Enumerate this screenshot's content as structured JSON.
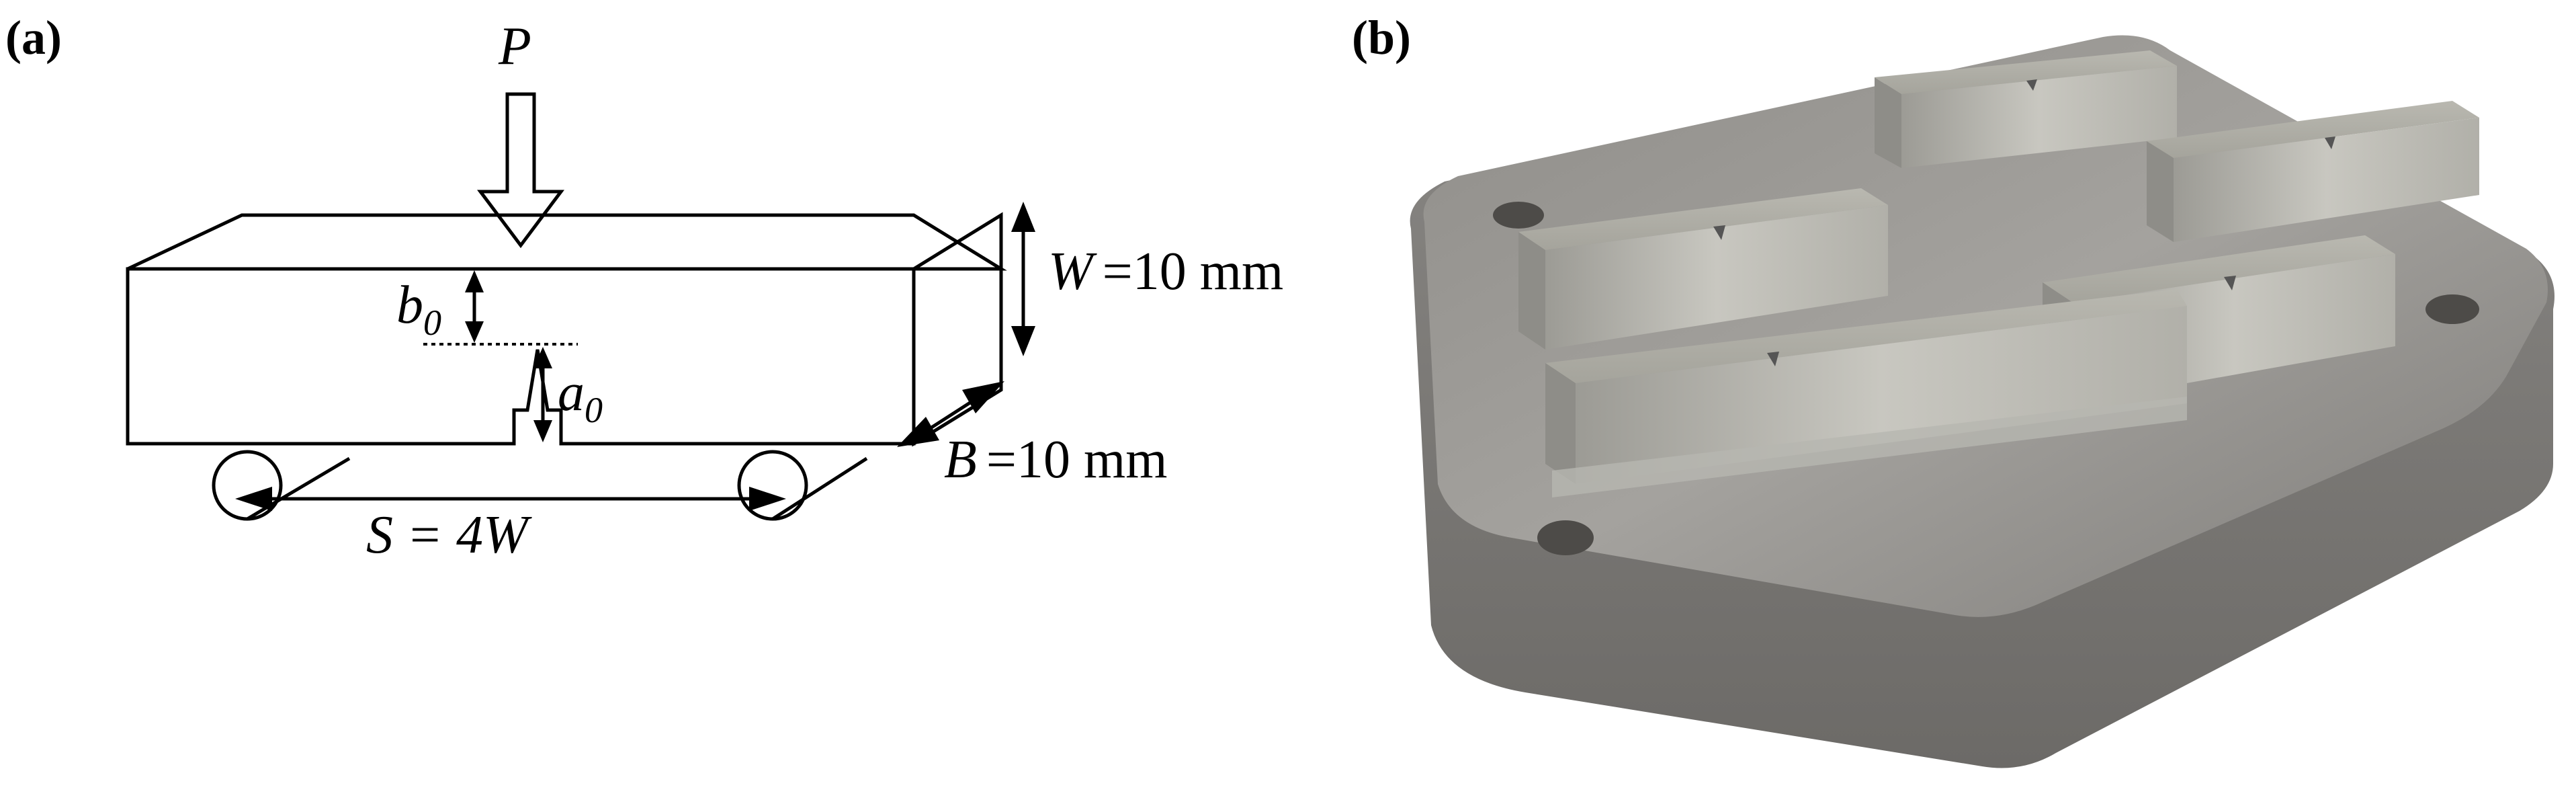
{
  "panels": [
    {
      "label": "(a)",
      "load": "P",
      "dim_W": {
        "symbol": "W",
        "value": "=10 mm"
      },
      "dim_B": {
        "symbol": "B",
        "value": "=10 mm"
      },
      "dim_S": {
        "symbol": "S",
        "eq": "= 4W"
      },
      "dim_b0": {
        "symbol": "b",
        "subscript": "0"
      },
      "dim_a0": {
        "symbol": "a",
        "subscript": "0"
      }
    },
    {
      "label": "(b)"
    }
  ],
  "colors": {
    "line": "#000000",
    "metal_light": "#c9c9c3",
    "metal_mid": "#9a9a96",
    "metal_dark": "#6f6f6d"
  }
}
